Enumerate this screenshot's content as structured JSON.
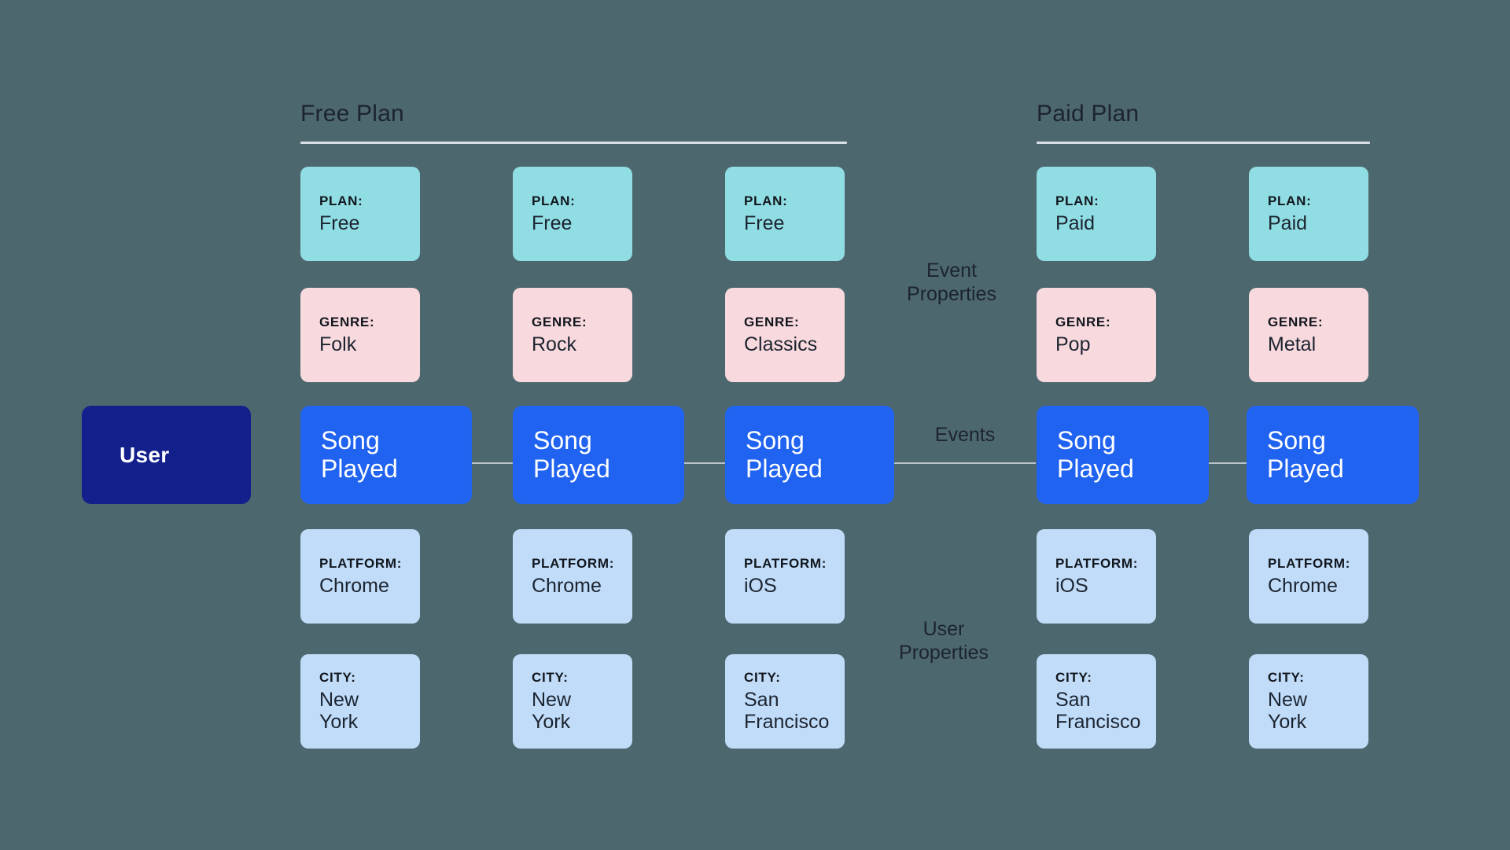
{
  "background_color": "#4d676e",
  "palette": {
    "plan_card": "#90dde3",
    "genre_card": "#f8d9de",
    "user_property_card": "#c0dcf9",
    "event_box": "#2063f0",
    "user_box": "#13208c",
    "rule": "#d8e0e6",
    "connector": "#b9c4cb",
    "text_dark": "#1c2430",
    "text_light": "#ffffff"
  },
  "sections": [
    {
      "title": "Free Plan"
    },
    {
      "title": "Paid Plan"
    }
  ],
  "user_node": {
    "label": "User"
  },
  "annotations": [
    {
      "label": "Event\nProperties"
    },
    {
      "label": "Events"
    },
    {
      "label": "User\nProperties"
    }
  ],
  "event_label": "Song\nPlayed",
  "property_keys": {
    "plan": "PLAN:",
    "genre": "GENRE:",
    "platform": "PLATFORM:",
    "city": "CITY:"
  },
  "columns": [
    {
      "section": "Free Plan",
      "plan": "Free",
      "genre": "Folk",
      "event": "Song\nPlayed",
      "platform": "Chrome",
      "city": "New York"
    },
    {
      "section": "Free Plan",
      "plan": "Free",
      "genre": "Rock",
      "event": "Song\nPlayed",
      "platform": "Chrome",
      "city": "New York"
    },
    {
      "section": "Free Plan",
      "plan": "Free",
      "genre": "Classics",
      "event": "Song\nPlayed",
      "platform": "iOS",
      "city": "San\nFrancisco"
    },
    {
      "section": "Paid Plan",
      "plan": "Paid",
      "genre": "Pop",
      "event": "Song\nPlayed",
      "platform": "iOS",
      "city": "San\nFrancisco"
    },
    {
      "section": "Paid Plan",
      "plan": "Paid",
      "genre": "Metal",
      "event": "Song\nPlayed",
      "platform": "Chrome",
      "city": "New York"
    }
  ]
}
